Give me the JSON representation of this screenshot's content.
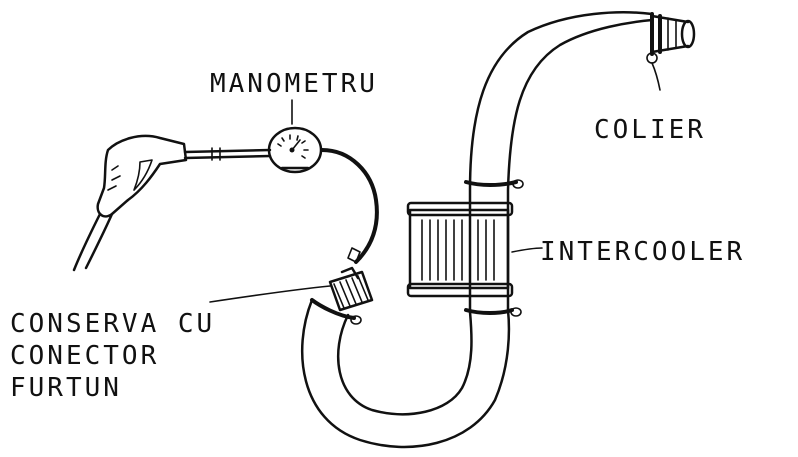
{
  "labels": {
    "manometru": "MANOMETRU",
    "colier": "COLIER",
    "intercooler": "INTERCOOLER",
    "conserva_line1": "CONSERVA CU",
    "conserva_line2": "CONECTOR",
    "conserva_line3": "FURTUN"
  },
  "colors": {
    "ink": "#111111",
    "background": "#ffffff"
  }
}
